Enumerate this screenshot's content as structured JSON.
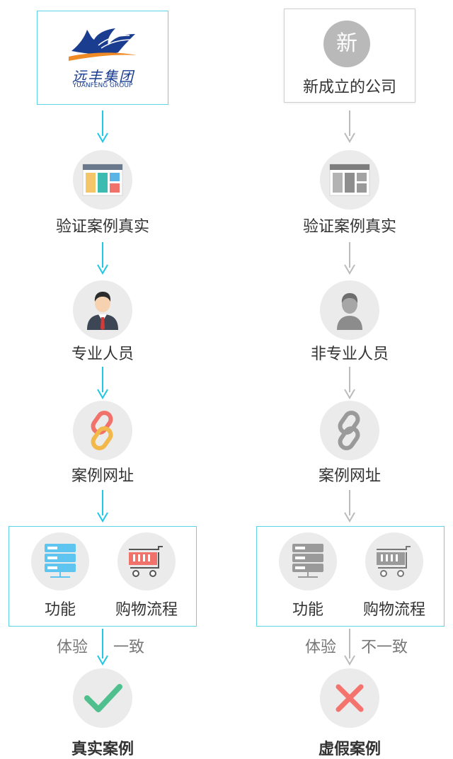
{
  "colors": {
    "cyan": "#1ec8e6",
    "gray_arrow": "#bbbbbb",
    "check": "#4fc08d",
    "cross": "#f4736d"
  },
  "left": {
    "logo_text_cn": "远丰集团",
    "logo_text_en": "YUANFENG GROUP",
    "step1": "验证案例真实",
    "step2": "专业人员",
    "step3": "案例网址",
    "feature_a": "功能",
    "feature_b": "购物流程",
    "compare_left": "体验",
    "compare_right": "一致",
    "result": "真实案例"
  },
  "right": {
    "badge_char": "新",
    "company": "新成立的公司",
    "step1": "验证案例真实",
    "step2": "非专业人员",
    "step3": "案例网址",
    "feature_a": "功能",
    "feature_b": "购物流程",
    "compare_left": "体验",
    "compare_right": "不一致",
    "result": "虚假案例"
  },
  "icons": [
    "logo-icon",
    "browser-window-icon",
    "businessman-icon",
    "link-chain-icon",
    "server-icon",
    "shopping-cart-icon",
    "checkmark-icon",
    "cross-icon"
  ]
}
